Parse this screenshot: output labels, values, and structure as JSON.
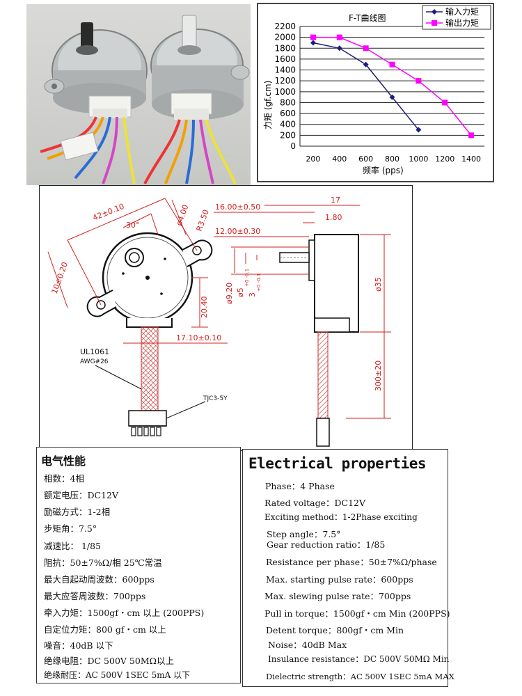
{
  "chart_data": {
    "type": "line",
    "title": "F-T曲线图",
    "xlabel": "频率 (pps)",
    "ylabel": "力矩 (gf.cm)",
    "x_ticks": [
      200,
      400,
      600,
      800,
      1000,
      1200,
      1400
    ],
    "y_ticks": [
      0,
      200,
      400,
      600,
      800,
      1000,
      1200,
      1400,
      1600,
      1800,
      2000,
      2200
    ],
    "xlim": [
      100,
      1500
    ],
    "ylim": [
      0,
      2200
    ],
    "grid": true,
    "legend": "top-right",
    "series": [
      {
        "name": "输入力矩",
        "color": "#1f1f7a",
        "marker": "diamond",
        "x": [
          200,
          400,
          600,
          800,
          1000
        ],
        "y": [
          1900,
          1800,
          1500,
          900,
          300
        ]
      },
      {
        "name": "输出力矩",
        "color": "#ff00ff",
        "marker": "square",
        "x": [
          200,
          400,
          600,
          800,
          1000,
          1200,
          1400
        ],
        "y": [
          2000,
          2000,
          1800,
          1500,
          1200,
          800,
          200
        ]
      }
    ]
  },
  "drawing": {
    "dim_42": "42±0.10",
    "dim_30deg": "30°",
    "dim_hole": "ø4.00",
    "dim_r": "R3.50",
    "dim_10": "10±0.20",
    "dim_20_40": "20.40",
    "dim_17_10": "17.10±0.10",
    "dim_16": "16.00±0.50",
    "dim_12": "12.00±0.30",
    "dim_17": "17",
    "dim_1_80": "1.80",
    "dim_9_20": "ø9.20",
    "dim_5": "ø5",
    "dim_5_tol": "+0\n-0.1",
    "dim_3": "3",
    "dim_3_tol": "+0\n-0.1",
    "dim_35": "ø35",
    "dim_300": "300±20",
    "wire": "UL1061",
    "awg": "AWG#26",
    "connector": "TJC3-5Y"
  },
  "cn": {
    "title": "电气性能",
    "lines": [
      "相数：4相",
      "额定电压：DC12V",
      "励磁方式：1-2相",
      "步矩角：7.5°",
      "减速比： 1/85",
      "阻抗：50±7%Ω/相 25℃常温",
      "最大自起动周波数：600pps",
      "最大应答周波数：700pps",
      "牵入力矩：1500gf・cm 以上 (200PPS)",
      "自定位力矩：800 gf・cm 以上",
      " 噪音：40dB 以下",
      " 绝缘电阻：DC 500V 50MΩ以上",
      " 绝缘耐压：AC 500V 1SEC 5mA 以下"
    ]
  },
  "en": {
    "title": "Electrical properties",
    "lines": [
      "Phase：4 Phase",
      "Rated voltage：DC12V",
      "Exciting method：1-2Phase exciting",
      "Step angle：7.5°",
      "Gear reduction ratio：1/85",
      "Resistance per phase：50±7%Ω/phase",
      "Max. starting pulse rate：600pps",
      "Max. slewing pulse rate：700pps",
      "Pull in torque：1500gf・cm Min (200PPS)",
      "Detent torque：800gf・cm Min",
      "Noise：40dB  Max",
      "Insulance resistance：DC 500V 50MΩ  Min",
      "Dielectric strength：AC 500V 1SEC 5mA MAX"
    ]
  }
}
